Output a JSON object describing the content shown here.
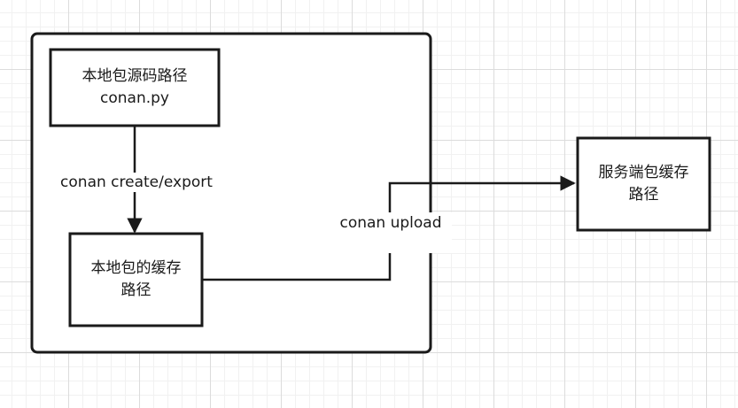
{
  "nodes": {
    "local_source": {
      "line1": "本地包源码路径",
      "line2": "conan.py"
    },
    "local_cache": {
      "line1": "本地包的缓存",
      "line2": "路径"
    },
    "server_cache": {
      "line1": "服务端包缓存",
      "line2": "路径"
    }
  },
  "edges": {
    "create_export": {
      "label": "conan create/export"
    },
    "upload": {
      "label": "conan upload"
    }
  },
  "colors": {
    "stroke": "#1a1a1a",
    "grid_major": "#dcdcdc",
    "grid_minor": "#f1f1f1"
  }
}
